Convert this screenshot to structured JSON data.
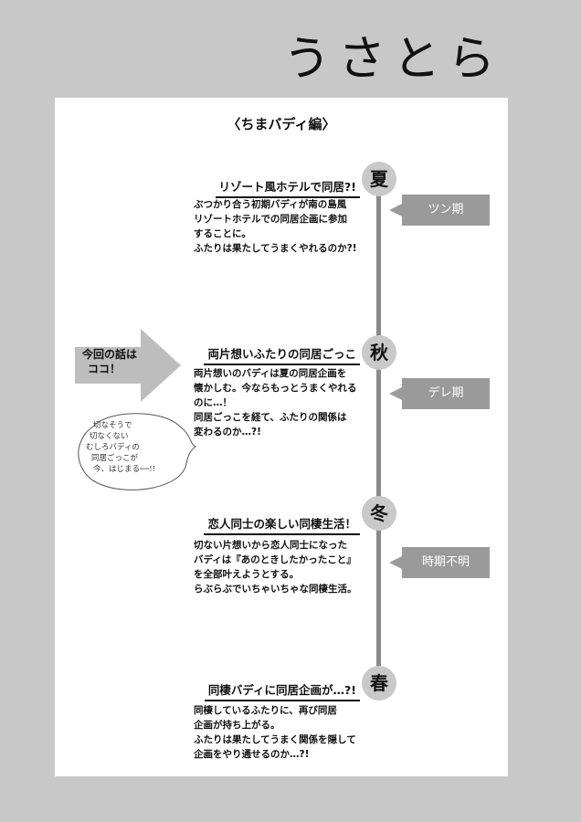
{
  "title": "うさとら",
  "subtitle": "〈ちまバディ編〉",
  "sections": [
    {
      "season": "夏",
      "heading": "リゾート風ホテルで同居?!",
      "lines": [
        "ぶつかり合う初期バディが南の島風",
        "リゾートホテルでの同居企画に参加",
        "することに。",
        "ふたりは果たしてうまくやれるのか?!"
      ],
      "tag": "ツン期"
    },
    {
      "season": "秋",
      "heading": "両片想いふたりの同居ごっこ",
      "lines": [
        "両片想いのバディは夏の同居企画を",
        "懐かしむ。今ならもっとうまくやれる",
        "のに…！",
        "同居ごっこを経て、ふたりの関係は",
        "変わるのか…?!"
      ],
      "tag": "デレ期"
    },
    {
      "season": "冬",
      "heading": "恋人同士の楽しい同棲生活！",
      "lines": [
        "切ない片想いから恋人同士になった",
        "バディは『あのときしたかったこと』",
        "を全部叶えようとする。",
        "らぶらぶでいちゃいちゃな同棲生活。"
      ],
      "tag": "時期不明"
    },
    {
      "season": "春",
      "heading": "同棲バディに同居企画が…?!",
      "lines": [
        "同棲しているふたりに、再び同居",
        "企画が持ち上がる。",
        "ふたりは果たしてうまく関係を隠して",
        "企画をやり通せるのか…?!"
      ],
      "tag": ""
    }
  ],
  "pointer": {
    "line1": "今回の話は",
    "line2": "ココ！"
  },
  "note": [
    "切なそうで",
    "切なくない",
    "むしろバディの",
    "同居ごっこが",
    "今、はじまる──!!"
  ]
}
